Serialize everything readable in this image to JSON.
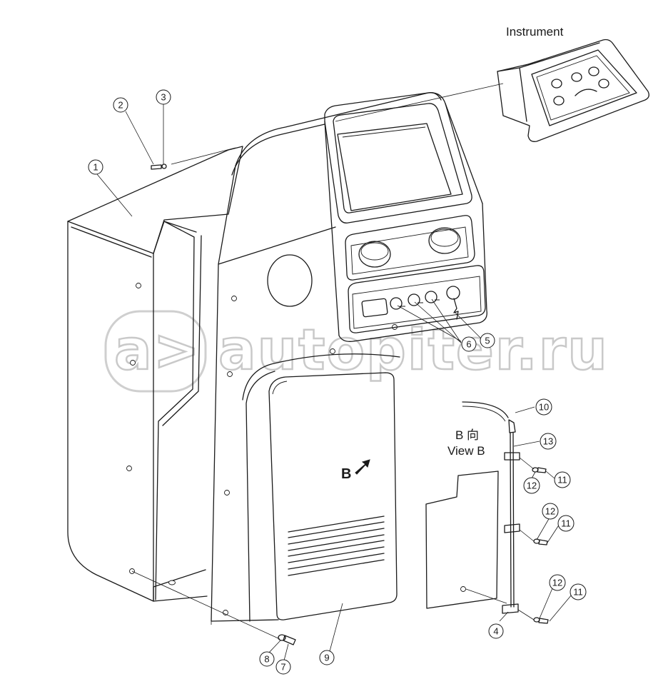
{
  "labels": {
    "instrument": "Instrument",
    "view_b_cn": "B 向",
    "view_b_en": "View B",
    "b_arrow_letter": "B"
  },
  "watermark": {
    "text": "autopiter.ru",
    "logo_text": "a>"
  },
  "callouts": [
    {
      "id": "c1",
      "text": "1"
    },
    {
      "id": "c2",
      "text": "2"
    },
    {
      "id": "c3",
      "text": "3"
    },
    {
      "id": "c4",
      "text": "4"
    },
    {
      "id": "c5",
      "text": "5"
    },
    {
      "id": "c6",
      "text": "6"
    },
    {
      "id": "c7",
      "text": "7"
    },
    {
      "id": "c8",
      "text": "8"
    },
    {
      "id": "c9",
      "text": "9"
    },
    {
      "id": "c10",
      "text": "10"
    },
    {
      "id": "c11a",
      "text": "11"
    },
    {
      "id": "c11b",
      "text": "11"
    },
    {
      "id": "c11c",
      "text": "11"
    },
    {
      "id": "c12a",
      "text": "12"
    },
    {
      "id": "c12b",
      "text": "12"
    },
    {
      "id": "c12c",
      "text": "12"
    },
    {
      "id": "c13",
      "text": "13"
    }
  ]
}
